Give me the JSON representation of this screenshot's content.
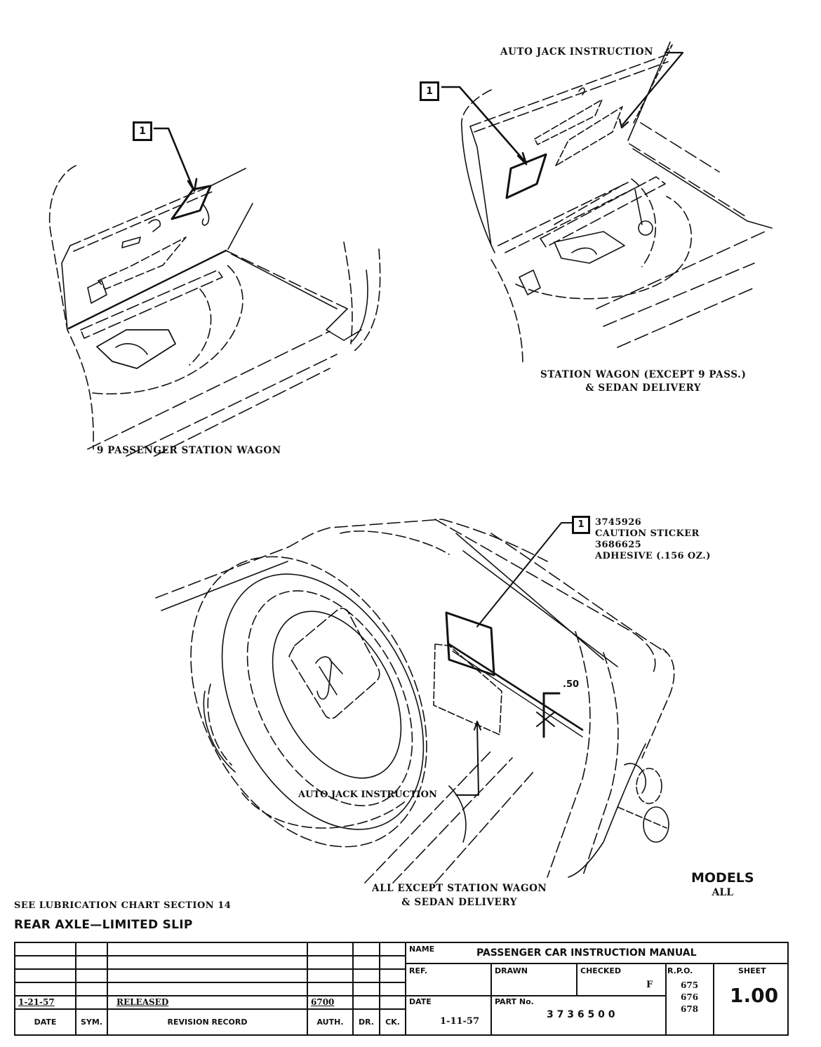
{
  "drawings": {
    "top_left": {
      "caption": "9 PASSENGER STATION WAGON",
      "callout_number": "1"
    },
    "top_right": {
      "callout_label": "AUTO JACK INSTRUCTION",
      "callout_number": "1",
      "caption_line1": "STATION WAGON (EXCEPT 9 PASS.)",
      "caption_line2": "& SEDAN DELIVERY"
    },
    "bottom": {
      "callout_number": "1",
      "part_lines": [
        "3745926",
        "CAUTION STICKER",
        "3686625",
        "ADHESIVE (.156 OZ.)"
      ],
      "dimension": ".50",
      "jack_label": "AUTO JACK INSTRUCTION",
      "caption_line1": "ALL EXCEPT STATION WAGON",
      "caption_line2": "& SEDAN DELIVERY"
    }
  },
  "models": {
    "label": "MODELS",
    "value": "ALL"
  },
  "notes": {
    "lubrication": "SEE LUBRICATION CHART SECTION 14",
    "title": "REAR AXLE—LIMITED SLIP"
  },
  "revision_block": {
    "headers": {
      "date": "DATE",
      "sym": "SYM.",
      "record": "REVISION RECORD",
      "auth": "AUTH.",
      "dr": "DR.",
      "ck": "CK."
    },
    "rows": [
      {
        "date": "",
        "sym": "",
        "record": "",
        "auth": "",
        "dr": "",
        "ck": ""
      },
      {
        "date": "",
        "sym": "",
        "record": "",
        "auth": "",
        "dr": "",
        "ck": ""
      },
      {
        "date": "",
        "sym": "",
        "record": "",
        "auth": "",
        "dr": "",
        "ck": ""
      },
      {
        "date": "",
        "sym": "",
        "record": "",
        "auth": "",
        "dr": "",
        "ck": ""
      },
      {
        "date": "1-21-57",
        "sym": "",
        "record": "RELEASED",
        "auth": "6700",
        "dr": "",
        "ck": ""
      }
    ]
  },
  "title_block": {
    "name_label": "NAME",
    "name_value": "PASSENGER CAR INSTRUCTION MANUAL",
    "ref_label": "REF.",
    "ref_value": "",
    "drawn_label": "DRAWN",
    "drawn_value": "",
    "checked_label": "CHECKED",
    "checked_value": "F",
    "date_label": "DATE",
    "date_value": "1-11-57",
    "part_label": "PART No.",
    "part_value": "3 7 3 6 5 0 0",
    "rpo_label": "R.P.O.",
    "rpo_values": [
      "675",
      "676",
      "678"
    ],
    "sheet_label": "SHEET",
    "sheet_value": "1.00"
  }
}
